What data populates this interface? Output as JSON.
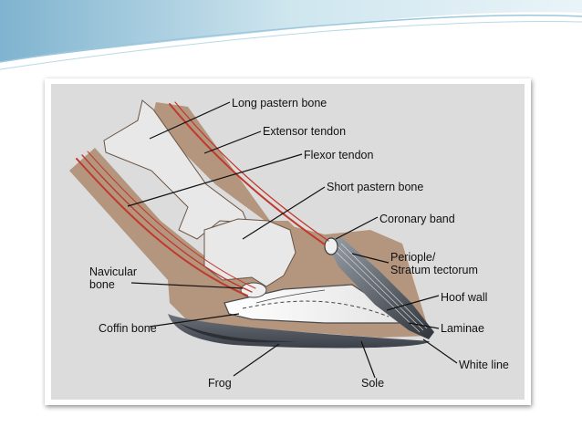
{
  "labels": {
    "long_pastern_bone": "Long pastern bone",
    "extensor_tendon": "Extensor tendon",
    "flexor_tendon": "Flexor tendon",
    "short_pastern_bone": "Short pastern bone",
    "coronary_band": "Coronary band",
    "periople_line1": "Periople/",
    "periople_line2": "Stratum tectorum",
    "navicular_line1": "Navicular",
    "navicular_line2": "bone",
    "hoof_wall": "Hoof wall",
    "coffin_bone": "Coffin bone",
    "laminae": "Laminae",
    "white_line": "White line",
    "frog": "Frog",
    "sole": "Sole"
  },
  "colors": {
    "background": "#dcdcdc",
    "tissue": "#b4957e",
    "tendon": "#c0392b",
    "hoof_wall": "#555b66",
    "sole": "#4a4f58",
    "bone": "#f5f5f5"
  }
}
